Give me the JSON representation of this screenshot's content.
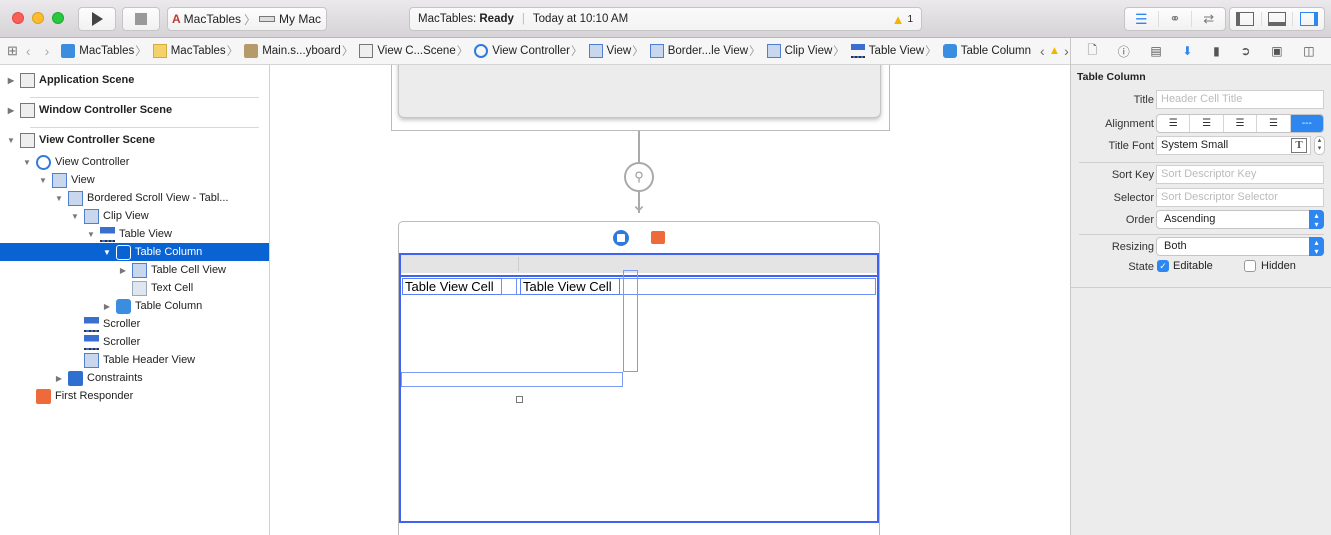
{
  "toolbar": {
    "scheme_app": "MacTables",
    "scheme_dest": "My Mac",
    "status_app": "MacTables:",
    "status_state": "Ready",
    "status_time": "Today at 10:10 AM",
    "warning_count": "1"
  },
  "breadcrumbs": [
    {
      "label": "MacTables",
      "icon": "project-file-icon"
    },
    {
      "label": "MacTables",
      "icon": "folder-icon"
    },
    {
      "label": "Main.s...yboard",
      "icon": "storyboard-icon"
    },
    {
      "label": "View C...Scene",
      "icon": "scene-icon"
    },
    {
      "label": "View Controller",
      "icon": "view-controller-icon"
    },
    {
      "label": "View",
      "icon": "view-icon"
    },
    {
      "label": "Border...le View",
      "icon": "view-icon"
    },
    {
      "label": "Clip View",
      "icon": "view-icon"
    },
    {
      "label": "Table View",
      "icon": "table-view-icon"
    },
    {
      "label": "Table Column",
      "icon": "table-column-icon"
    }
  ],
  "outline": [
    {
      "label": "Application Scene",
      "level": 0,
      "disclosure": "collapsed",
      "icon": "scene-icon",
      "scene": true
    },
    {
      "label": "Window Controller Scene",
      "level": 0,
      "disclosure": "collapsed",
      "icon": "scene-icon",
      "scene": true
    },
    {
      "label": "View Controller Scene",
      "level": 0,
      "disclosure": "expanded",
      "icon": "scene-icon",
      "scene": true
    },
    {
      "label": "View Controller",
      "level": 1,
      "disclosure": "expanded",
      "icon": "view-controller-icon"
    },
    {
      "label": "View",
      "level": 2,
      "disclosure": "expanded",
      "icon": "view-icon"
    },
    {
      "label": "Bordered Scroll View - Tabl...",
      "level": 3,
      "disclosure": "expanded",
      "icon": "view-icon"
    },
    {
      "label": "Clip View",
      "level": 4,
      "disclosure": "expanded",
      "icon": "view-icon"
    },
    {
      "label": "Table View",
      "level": 5,
      "disclosure": "expanded",
      "icon": "table-view-icon"
    },
    {
      "label": "Table Column",
      "level": 6,
      "disclosure": "expanded",
      "icon": "table-column-icon",
      "selected": true
    },
    {
      "label": "Table Cell View",
      "level": 7,
      "disclosure": "collapsed",
      "icon": "view-icon"
    },
    {
      "label": "Text Cell",
      "level": 7,
      "disclosure": "none",
      "icon": "text-cell-icon"
    },
    {
      "label": "Table Column",
      "level": 6,
      "disclosure": "collapsed",
      "icon": "table-column-icon"
    },
    {
      "label": "Scroller",
      "level": 4,
      "disclosure": "none",
      "icon": "scroller-icon"
    },
    {
      "label": "Scroller",
      "level": 4,
      "disclosure": "none",
      "icon": "scroller-icon"
    },
    {
      "label": "Table Header View",
      "level": 4,
      "disclosure": "none",
      "icon": "view-icon"
    },
    {
      "label": "Constraints",
      "level": 3,
      "disclosure": "collapsed",
      "icon": "constraints-icon"
    },
    {
      "label": "First Responder",
      "level": 1,
      "disclosure": "none",
      "icon": "first-responder-icon"
    }
  ],
  "canvas": {
    "cells": [
      "Table View Cell",
      "Table View Cell"
    ]
  },
  "inspector": {
    "section_title": "Table Column",
    "title_label": "Title",
    "title_placeholder": "Header Cell Title",
    "alignment_label": "Alignment",
    "alignment_options": [
      "left",
      "center",
      "right",
      "justified",
      "natural"
    ],
    "alignment_selected_text": "---",
    "title_font_label": "Title Font",
    "title_font_value": "System Small",
    "sort_key_label": "Sort Key",
    "sort_key_placeholder": "Sort Descriptor Key",
    "selector_label": "Selector",
    "selector_placeholder": "Sort Descriptor Selector",
    "order_label": "Order",
    "order_value": "Ascending",
    "resizing_label": "Resizing",
    "resizing_value": "Both",
    "state_label": "State",
    "editable_label": "Editable",
    "editable_checked": true,
    "hidden_label": "Hidden",
    "hidden_checked": false
  },
  "colors": {
    "accent": "#2e86f0",
    "selection": "#0a63d3",
    "warning": "#f5b400",
    "canvas_outline": "#3d63f0"
  }
}
